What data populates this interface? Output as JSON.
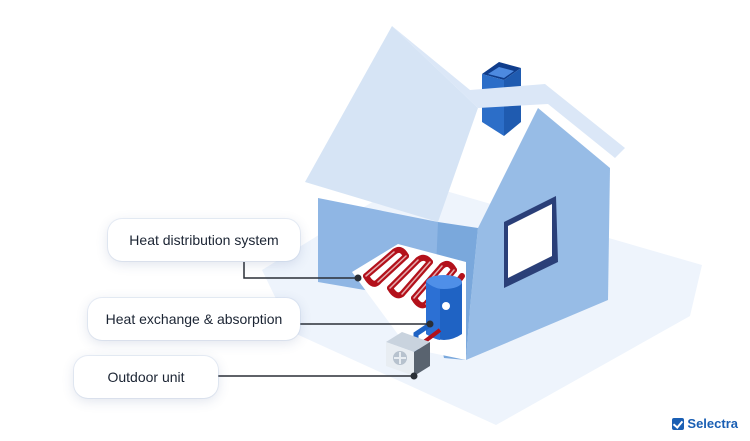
{
  "labels": {
    "heat_distribution": "Heat distribution system",
    "heat_exchange": "Heat exchange & absorption",
    "outdoor_unit": "Outdoor unit"
  },
  "brand": {
    "name": "Selectra",
    "color": "#1a5fb4"
  },
  "colors": {
    "house_light": "#d6e4f5",
    "house_mid": "#97bce6",
    "house_dark": "#6e9fd8",
    "floor_pipe": "#b3111b",
    "tank": "#1f63c4",
    "leader_line": "#2a2f36"
  },
  "icons": [
    "chimney-icon",
    "water-tank-icon",
    "outdoor-unit-fan-icon",
    "selectra-check-icon"
  ]
}
